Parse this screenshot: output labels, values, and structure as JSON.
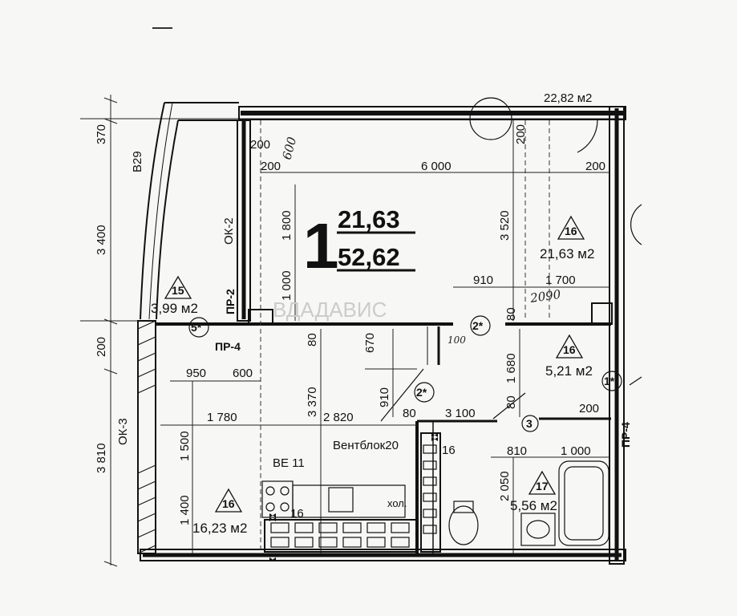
{
  "apartment": {
    "number": "1",
    "living_area": "21,63",
    "total_area": "52,62"
  },
  "rooms": [
    {
      "id": "15",
      "area": "3,99 м2"
    },
    {
      "id": "16",
      "area": "21,63 м2"
    },
    {
      "id": "16",
      "area": "5,21 м2"
    },
    {
      "id": "16",
      "area": "16,23 м2"
    },
    {
      "id": "17",
      "area": "5,56 м2"
    }
  ],
  "labels": {
    "top_neighbor_area": "22,82 м2",
    "ventblock": "Вентблок20",
    "ve11": "ВЕ 11",
    "fridge": "хол.",
    "window_ok2": "ОК-2",
    "window_ok3": "ОК-3",
    "opening_pr2": "ПР-2",
    "opening_pr4_left": "ПР-4",
    "opening_pr4_right": "ПР-4",
    "axis_b29": "В29",
    "watermark": "ВДАДАВИС"
  },
  "markers": {
    "m5": "5*",
    "m2a": "2*",
    "m2b": "2*",
    "m1": "1*",
    "m3": "3"
  },
  "dimensions": {
    "left_370": "370",
    "left_3400": "3 400",
    "left_200": "200",
    "left_3810": "3 810",
    "top_200a": "200",
    "top_200b": "200",
    "top_6000": "6 000",
    "top_200c": "200",
    "top_200d": "200",
    "v_1800": "1 800",
    "v_1000": "1 000",
    "v_3520": "3 520",
    "h_910": "910",
    "h_1700": "1 700",
    "v_80a": "80",
    "v_670": "670",
    "v_80b": "80",
    "v_3370": "3 370",
    "h_950": "950",
    "h_600": "600",
    "h_1780": "1 780",
    "h_2820": "2 820",
    "v_1500": "1 500",
    "v_1400": "1 400",
    "v_910": "910",
    "h_80": "80",
    "h_3100": "3 100",
    "v_1680": "1 680",
    "v_80c": "80",
    "h_200": "200",
    "h_810": "810",
    "h_1000": "1 000",
    "v_2050": "2 050",
    "h_16a": "16",
    "h_16b": "16"
  },
  "handwriting": {
    "h600": "600",
    "h2090": "2090",
    "h100": "100"
  }
}
